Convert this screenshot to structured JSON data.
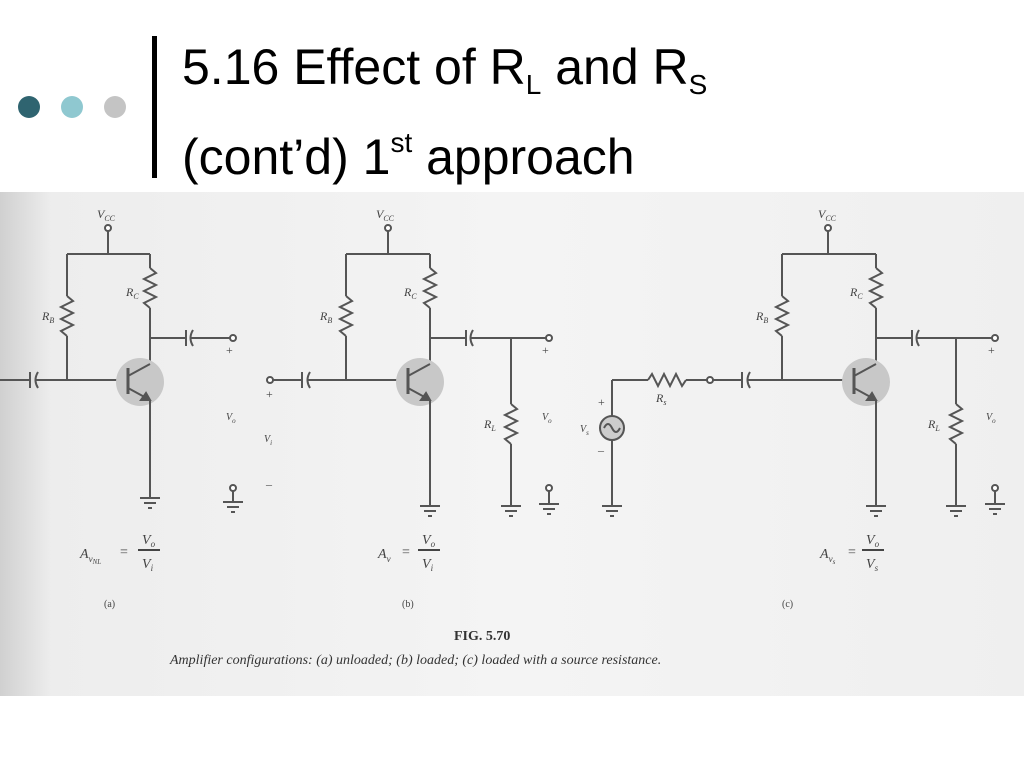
{
  "slide": {
    "title": {
      "line1_prefix": "5.16 Effect of R",
      "line1_sub1": "L",
      "line1_mid": " and R",
      "line1_sub2": "S",
      "line2_prefix": "(cont’d) 1",
      "line2_sup": "st",
      "line2_suffix": " approach"
    },
    "bullet_colors": [
      "#2f6470",
      "#8fc8d0",
      "#c4c4c4"
    ],
    "bar_color": "#000000"
  },
  "figure": {
    "fig_number": "FIG. 5.70",
    "caption": "Amplifier configurations: (a) unloaded; (b) loaded; (c) loaded with a source resistance.",
    "panel_a": {
      "tag": "(a)",
      "vcc": "V",
      "vcc_sub": "CC",
      "rb": "R",
      "rb_sub": "B",
      "rc": "R",
      "rc_sub": "C",
      "vo": "V",
      "vo_sub": "o",
      "gain_lhs": "A",
      "gain_lhs_sub": "v",
      "gain_lhs_subsub": "NL",
      "eq": "=",
      "num": "V",
      "num_sub": "o",
      "den": "V",
      "den_sub": "i",
      "plus": "+"
    },
    "panel_b": {
      "tag": "(b)",
      "vcc": "V",
      "vcc_sub": "CC",
      "rb": "R",
      "rb_sub": "B",
      "rc": "R",
      "rc_sub": "C",
      "rl": "R",
      "rl_sub": "L",
      "vo": "V",
      "vo_sub": "o",
      "vi": "V",
      "vi_sub": "i",
      "gain_lhs": "A",
      "gain_lhs_sub": "v",
      "eq": "=",
      "num": "V",
      "num_sub": "o",
      "den": "V",
      "den_sub": "i",
      "plus": "+",
      "minus": "–"
    },
    "panel_c": {
      "tag": "(c)",
      "vcc": "V",
      "vcc_sub": "CC",
      "rb": "R",
      "rb_sub": "B",
      "rc": "R",
      "rc_sub": "C",
      "rl": "R",
      "rl_sub": "L",
      "rs": "R",
      "rs_sub": "s",
      "vs": "V",
      "vs_sub": "s",
      "vo": "V",
      "vo_sub": "o",
      "gain_lhs": "A",
      "gain_lhs_sub": "v",
      "gain_lhs_subsub": "s",
      "eq": "=",
      "num": "V",
      "num_sub": "o",
      "den": "V",
      "den_sub": "s",
      "plus": "+",
      "minus": "–"
    }
  }
}
